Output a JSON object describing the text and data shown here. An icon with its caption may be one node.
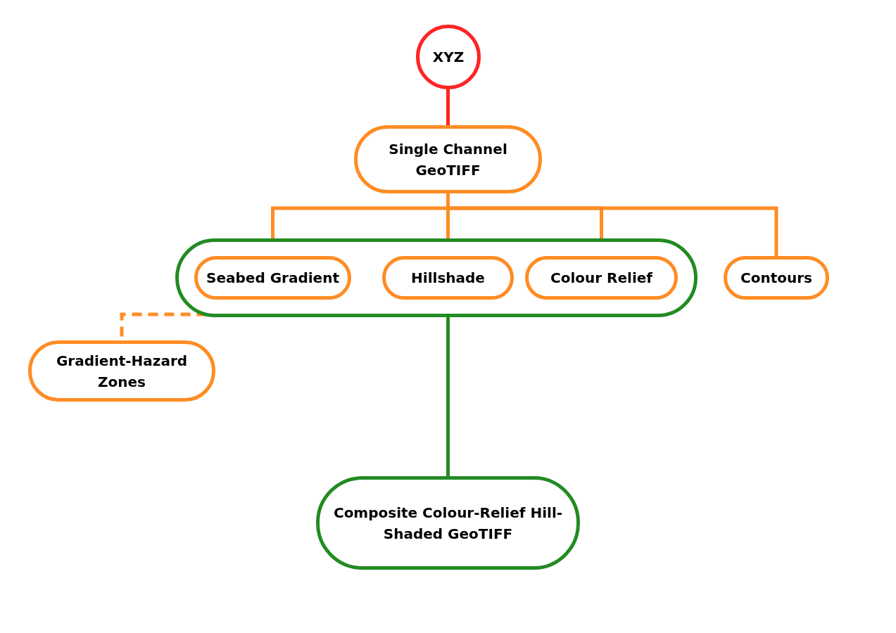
{
  "diagram": {
    "nodes": [
      {
        "text": [
          "XYZ"
        ]
      },
      {
        "text": [
          "Single Channel GeoTIFF"
        ]
      },
      {
        "text": [],
        "shape": "box"
      },
      {
        "text": [
          "Seabed Gradient"
        ],
        "in": 2
      },
      {
        "text": [
          "Hillshade"
        ],
        "in": 2
      },
      {
        "text": [
          "Colour Relief"
        ],
        "in": 2
      },
      {
        "text": [
          "Contours"
        ]
      },
      {
        "text": [
          "Gradient-Hazard Zones"
        ]
      },
      {
        "text": [
          "Composite Colour-Relief Hill-Shaded GeoTIFF"
        ]
      }
    ],
    "edges": [
      {
        "from": 0,
        "to": 1,
        "arrow": "none",
        "color": "#ff2424"
      },
      {
        "from": 1,
        "to": 3,
        "arrow": "none"
      },
      {
        "from": 1,
        "to": 4,
        "arrow": "none"
      },
      {
        "from": 1,
        "to": 5,
        "arrow": "none"
      },
      {
        "from": 1,
        "to": 6,
        "arrow": "none"
      },
      {
        "from": 3,
        "to": 7,
        "arrow": "none",
        "style": "dashed"
      },
      {
        "from": 2,
        "to": 8,
        "arrow": "none",
        "color": "#228b22"
      }
    ]
  }
}
